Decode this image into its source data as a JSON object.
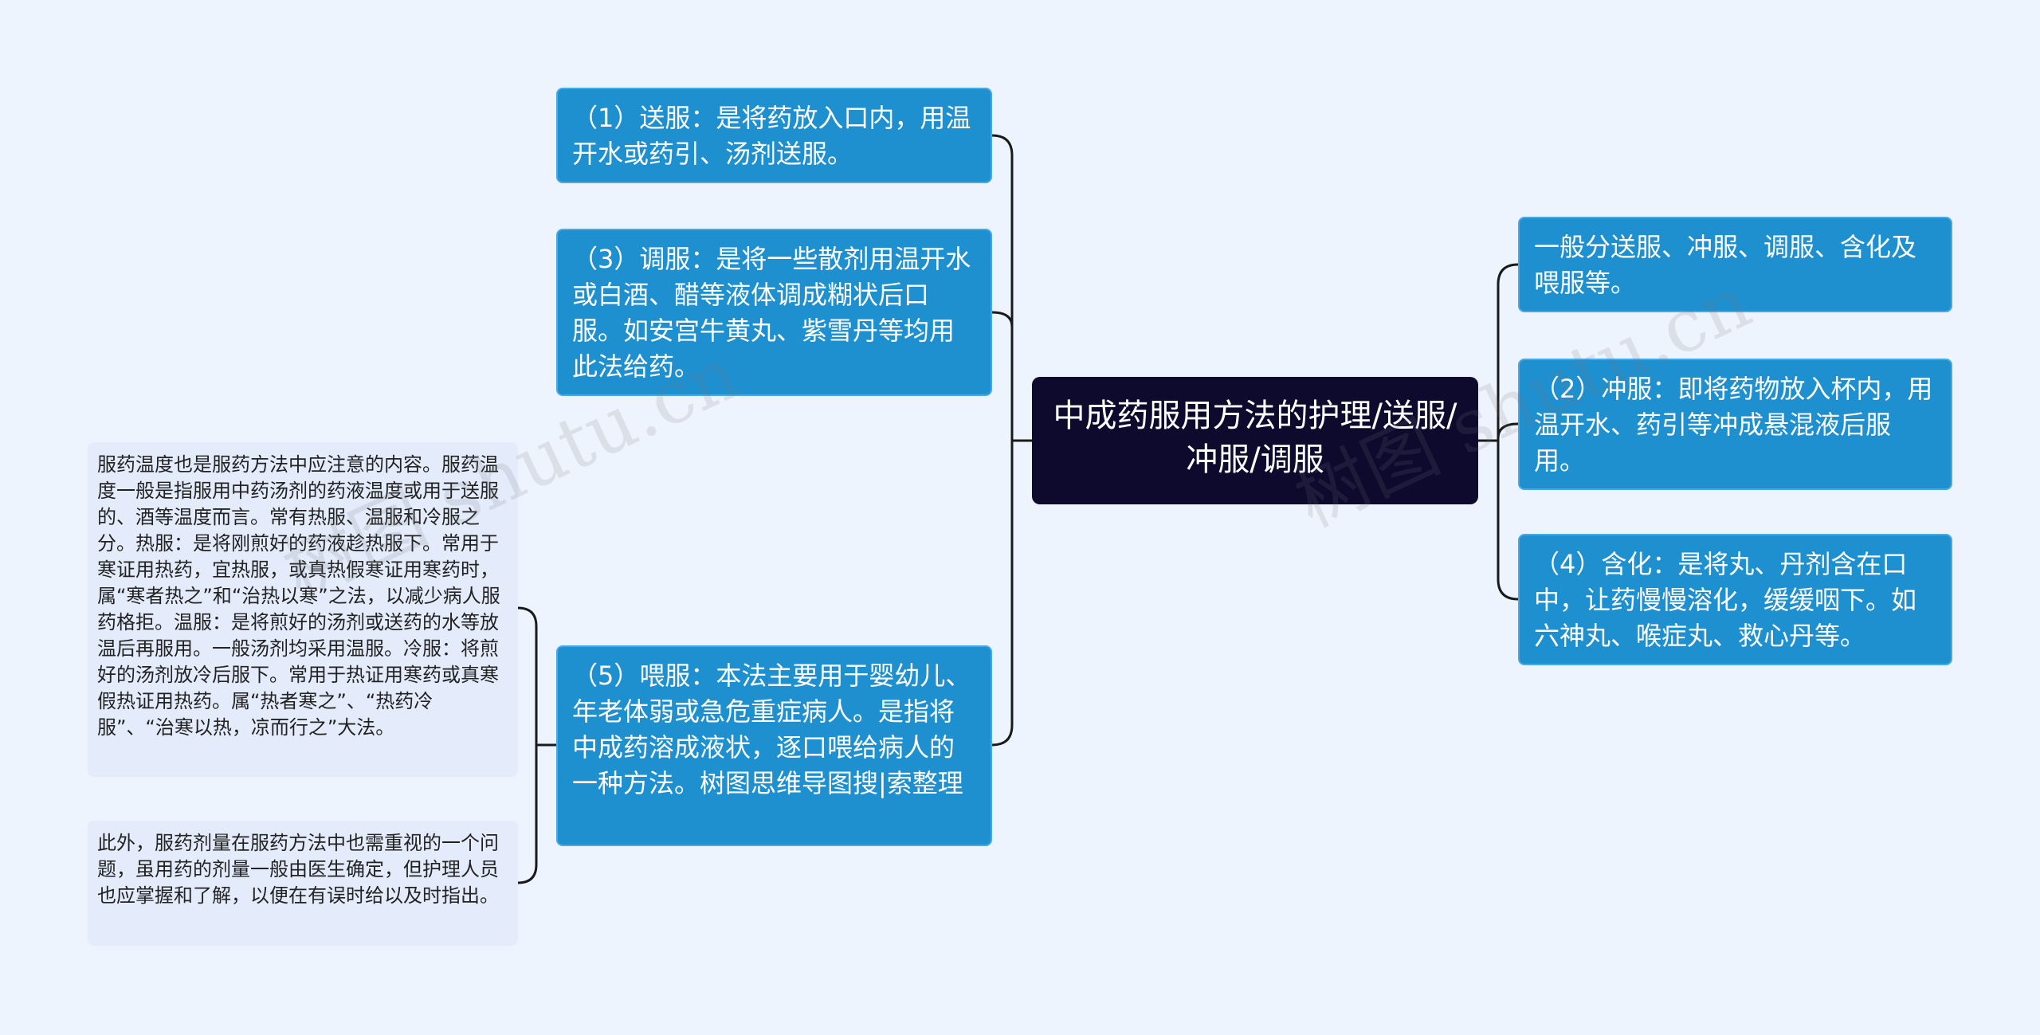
{
  "root": {
    "text": "中成药服用方法的护理/送服/冲服/调服"
  },
  "left_nodes": {
    "n1": "（1）送服：是将药放入口内，用温开水或药引、汤剂送服。",
    "n3": "（3）调服：是将一些散剂用温开水或白酒、醋等液体调成糊状后口服。如安宫牛黄丸、紫雪丹等均用此法给药。",
    "n5": "（5）喂服：本法主要用于婴幼儿、年老体弱或急危重症病人。是指将中成药溶成液状，逐口喂给病人的一种方法。树图思维导图搜|索整理"
  },
  "right_nodes": {
    "r0": "一般分送服、冲服、调服、含化及喂服等。",
    "n2": "（2）冲服：即将药物放入杯内，用温开水、药引等冲成悬混液后服用。",
    "n4": "（4）含化：是将丸、丹剂含在口中，让药慢慢溶化，缓缓咽下。如六神丸、喉症丸、救心丹等。"
  },
  "notes": {
    "temperature": "服药温度也是服药方法中应注意的内容。服药温度一般是指服用中药汤剂的药液温度或用于送服的、酒等温度而言。常有热服、温服和冷服之分。热服：是将刚煎好的药液趁热服下。常用于寒证用热药，宜热服，或真热假寒证用寒药时，属“寒者热之”和“治热以寒”之法，以减少病人服药格拒。温服：是将煎好的汤剂或送药的水等放温后再服用。一般汤剂均采用温服。冷服：将煎好的汤剂放冷后服下。常用于热证用寒药或真寒假热证用热药。属“热者寒之”、“热药冷服”、“治寒以热，凉而行之”大法。",
    "dosage": "此外，服药剂量在服药方法中也需重视的一个问题，虽用药的剂量一般由医生确定，但护理人员也应掌握和了解，以便在有误时给以及时指出。"
  },
  "watermarks": [
    "树图 shutu.cn",
    "树图 shutu.cn"
  ],
  "colors": {
    "background": "#eef4fe",
    "node_blue": "#1e90d0",
    "root_dark": "#0d0a2e",
    "note_bg": "#e4ecfc",
    "connector": "#1a1a1a"
  }
}
